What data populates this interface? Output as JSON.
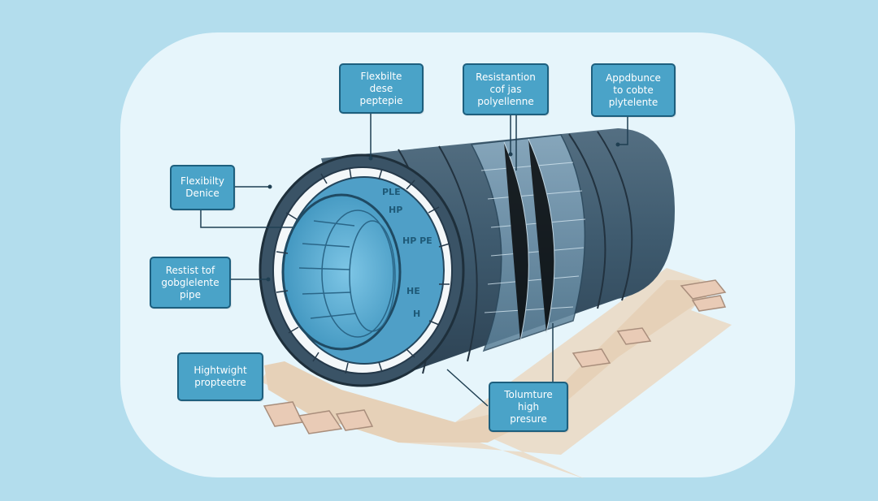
{
  "colors": {
    "background": "#b3dded",
    "panel": "#e6f5fb",
    "callout_fill": "#4aa3c8",
    "callout_border": "#1d5f7e",
    "leader": "#1f3f52",
    "pipe_outer": "#3a5366",
    "pipe_inner": "#5fb2d8",
    "ground": "#ead8c2"
  },
  "callouts": [
    {
      "id": "flexbilte",
      "lines": [
        "Flexbilte",
        "dese",
        "peptepie"
      ]
    },
    {
      "id": "resistantion",
      "lines": [
        "Resistantion",
        "cof jas",
        "polyellenne"
      ]
    },
    {
      "id": "appdbunce",
      "lines": [
        "Appdbunce",
        "to cobte",
        "plytelente"
      ]
    },
    {
      "id": "flexibilty",
      "lines": [
        "Flexibilty",
        "Denice"
      ]
    },
    {
      "id": "restist",
      "lines": [
        "Restist tof",
        "gobglelente",
        "pipe"
      ]
    },
    {
      "id": "hightwight",
      "lines": [
        "Hightwight",
        "",
        "propteetre"
      ]
    },
    {
      "id": "tolumture",
      "lines": [
        "Tolumture",
        "high",
        "presure"
      ]
    }
  ],
  "pipe_stamps": [
    "HP",
    "HP PE",
    "HE",
    "H",
    "PLE"
  ],
  "icons": {
    "pipe": "pipe-cross-section-illustration"
  }
}
